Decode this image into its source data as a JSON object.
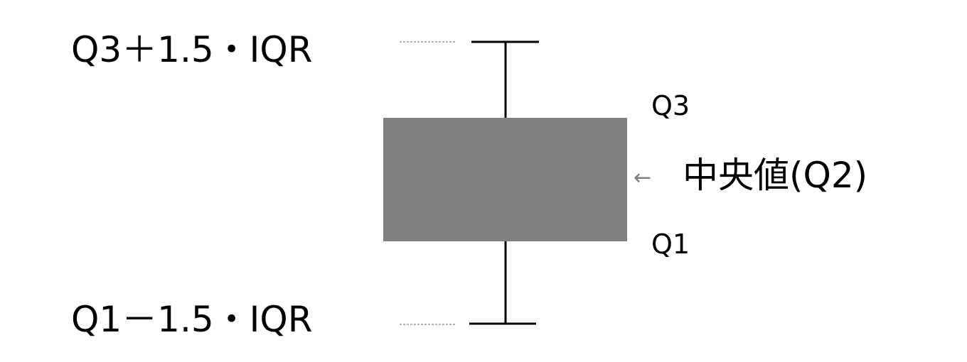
{
  "labels": {
    "upper_fence": "Q3＋1.5・IQR",
    "lower_fence": "Q1－1.5・IQR",
    "q3": "Q3",
    "q1": "Q1",
    "median": "中央値(Q2)",
    "median_arrow": "←"
  },
  "colors": {
    "box_fill": "#808080",
    "whisker": "#000000",
    "dashed_line": "#999999",
    "arrow": "#808080"
  }
}
